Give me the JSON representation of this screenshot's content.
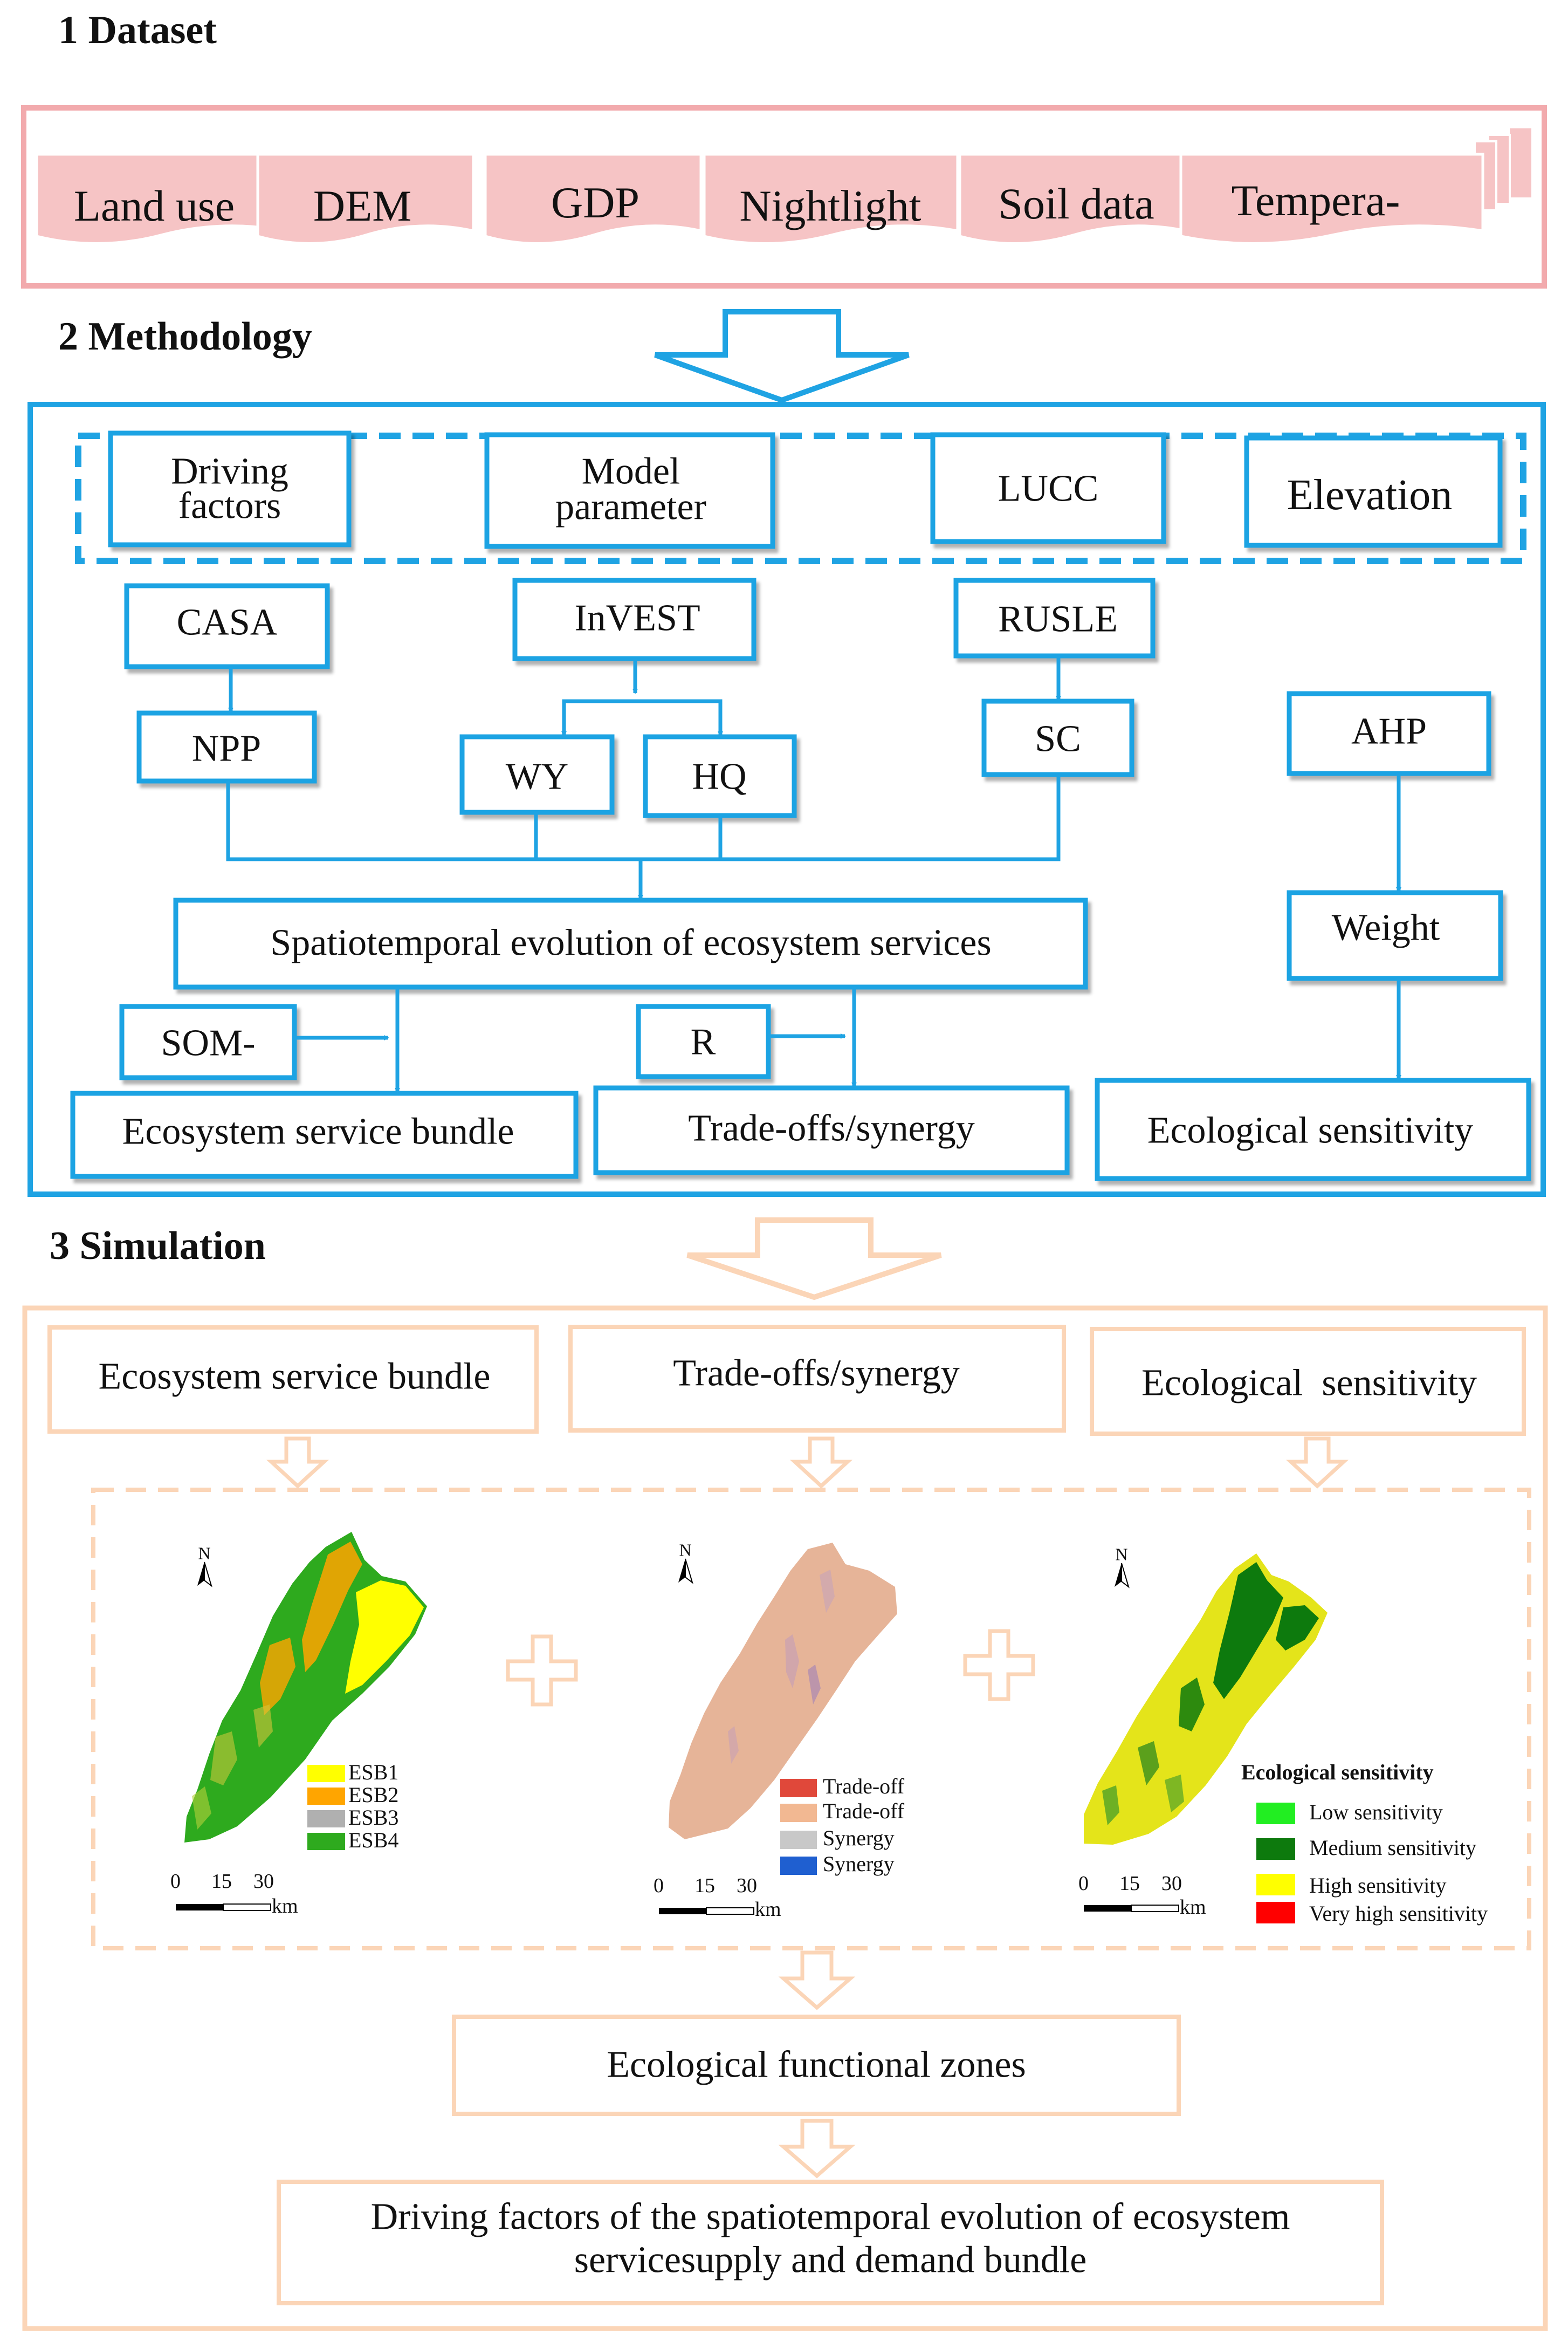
{
  "sections": {
    "dataset": "1 Dataset",
    "methodology": "2 Methodology",
    "simulation": "3 Simulation"
  },
  "dataset_items": [
    "Land use",
    "DEM",
    "GDP",
    "Nightlight",
    "Soil data",
    "Tempera-"
  ],
  "methodology": {
    "inputs": {
      "driving_line1": "Driving",
      "driving_line2": "factors",
      "model_line1": "Model",
      "model_line2": "parameter",
      "lucc": "LUCC",
      "elevation": "Elevation"
    },
    "models": {
      "casa": "CASA",
      "invest": "InVEST",
      "rusle": "RUSLE",
      "ahp": "AHP"
    },
    "services": {
      "npp": "NPP",
      "wy": "WY",
      "hq": "HQ",
      "sc": "SC",
      "weight": "Weight"
    },
    "evolution": "Spatiotemporal evolution of ecosystem services",
    "tools": {
      "som": "SOM-",
      "r": "R"
    },
    "outputs": {
      "bundle": "Ecosystem service bundle",
      "tradeoff": "Trade-offs/synergy",
      "sensitivity": "Ecological sensitivity"
    }
  },
  "simulation": {
    "heads": {
      "bundle": "Ecosystem service bundle",
      "tradeoff": "Trade-offs/synergy",
      "sensitivity": "Ecological  sensitivity"
    },
    "north": "N",
    "scale": {
      "zero": "0",
      "mid": "15",
      "end": "30",
      "unit": "km"
    },
    "map1_legend": [
      {
        "label": "ESB1",
        "color": "#ffff00"
      },
      {
        "label": "ESB2",
        "color": "#ffa500"
      },
      {
        "label": "ESB3",
        "color": "#b0b0b0"
      },
      {
        "label": "ESB4",
        "color": "#2eaa1e"
      }
    ],
    "map2_legend": [
      {
        "label": "Trade-off",
        "color": "#e0483a"
      },
      {
        "label": "Trade-off",
        "color": "#f2b892"
      },
      {
        "label": "Synergy",
        "color": "#c8c8c8"
      },
      {
        "label": "Synergy",
        "color": "#1f5fd0"
      }
    ],
    "map3_legend_title": "Ecological sensitivity",
    "map3_legend": [
      {
        "label": "Low sensitivity",
        "color": "#22ee22"
      },
      {
        "label": "Medium sensitivity",
        "color": "#0d7a0d"
      },
      {
        "label": "High sensitivity",
        "color": "#ffff00"
      },
      {
        "label": "Very high sensitivity",
        "color": "#ff0000"
      }
    ],
    "zones": "Ecological functional zones",
    "drivers_line1": "Driving factors of the spatiotemporal evolution of ecosystem",
    "drivers_line2": "servicesupply and demand bundle"
  },
  "colors": {
    "dataset_border": "#f2aaad",
    "dataset_fill": "#f6c4c5",
    "method_blue": "#1fa3e3",
    "sim_border": "#fbd5b7"
  }
}
